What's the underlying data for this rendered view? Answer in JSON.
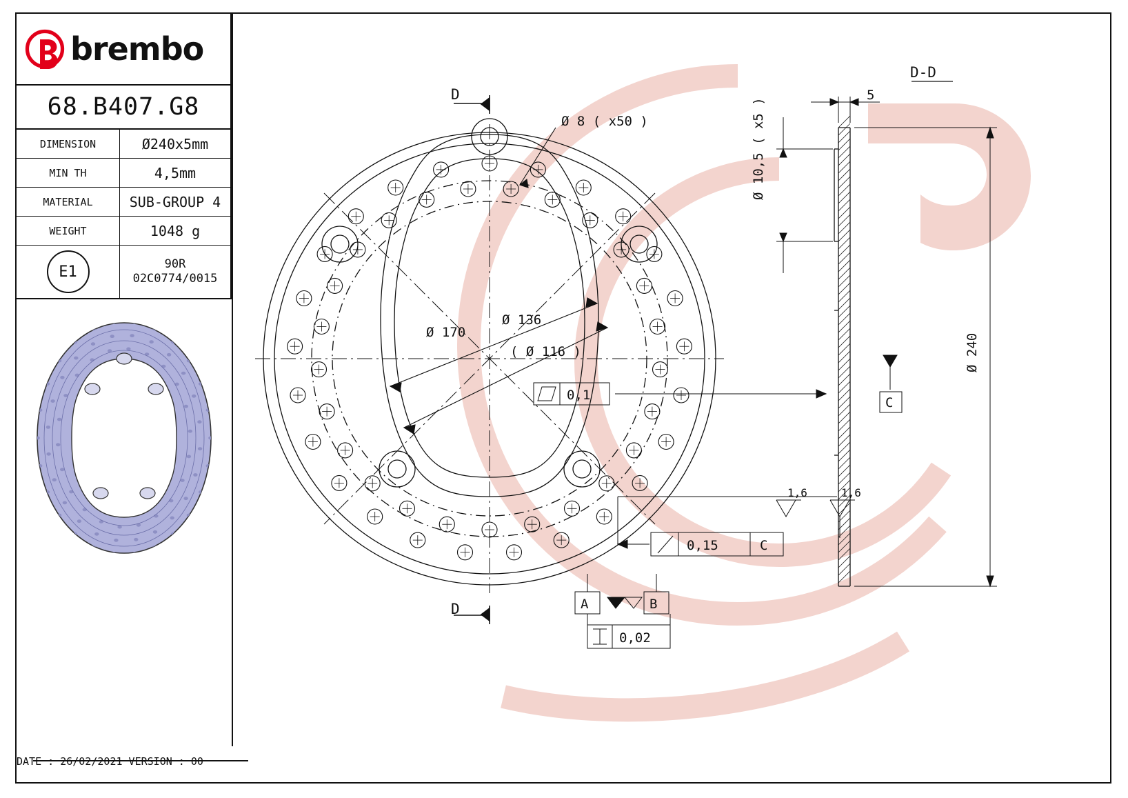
{
  "brand": {
    "name": "brembo"
  },
  "part": {
    "code": "68.B407.G8"
  },
  "spec_rows": [
    {
      "label": "DIMENSION",
      "value": "Ø240x5mm"
    },
    {
      "label": "MIN TH",
      "value": "4,5mm"
    },
    {
      "label": "MATERIAL",
      "value": "SUB-GROUP 4"
    },
    {
      "label": "WEIGHT",
      "value": "1048 g"
    }
  ],
  "homologation": {
    "badge": "E1",
    "line1": "90R",
    "line2": "02C0774/0015"
  },
  "footer": {
    "text": "DATE : 26/02/2021 VERSION : 00"
  },
  "front_view": {
    "section_mark_top": "D",
    "section_mark_bottom": "D",
    "hole_callout": "Ø 8 ( x50 )",
    "dim_170": "Ø 170",
    "dim_136": "Ø 136",
    "dim_116": "( Ø 116 )"
  },
  "section_view": {
    "title": "D-D",
    "thickness": "5",
    "bolt_hole": "Ø 10,5 ( x5 )",
    "outer_dia": "Ø 240",
    "flatness": "0,1",
    "runout": "0,15",
    "runout_datum": "C",
    "parallelism": "0,02",
    "datum_a": "A",
    "datum_b": "B",
    "datum_c": "C",
    "roughness_1": "1,6",
    "roughness_2": "1,6"
  },
  "colors": {
    "brand_red": "#e2001a",
    "part_fill": "#b0b2dc",
    "line": "#111111",
    "watermark": "#f2d2cc"
  }
}
